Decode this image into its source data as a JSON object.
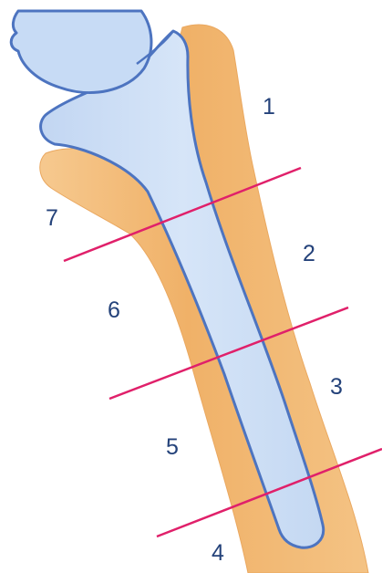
{
  "diagram": {
    "zones": [
      {
        "id": "1",
        "label": "1"
      },
      {
        "id": "2",
        "label": "2"
      },
      {
        "id": "3",
        "label": "3"
      },
      {
        "id": "4",
        "label": "4"
      },
      {
        "id": "5",
        "label": "5"
      },
      {
        "id": "6",
        "label": "6"
      },
      {
        "id": "7",
        "label": "7"
      }
    ],
    "colors": {
      "bone": "#f1b56f",
      "bone_edge": "#e9a257",
      "implant_fill": "#cfe0f6",
      "implant_edge": "#4d74c0",
      "divider": "#e0206a",
      "label": "#24427a"
    }
  }
}
